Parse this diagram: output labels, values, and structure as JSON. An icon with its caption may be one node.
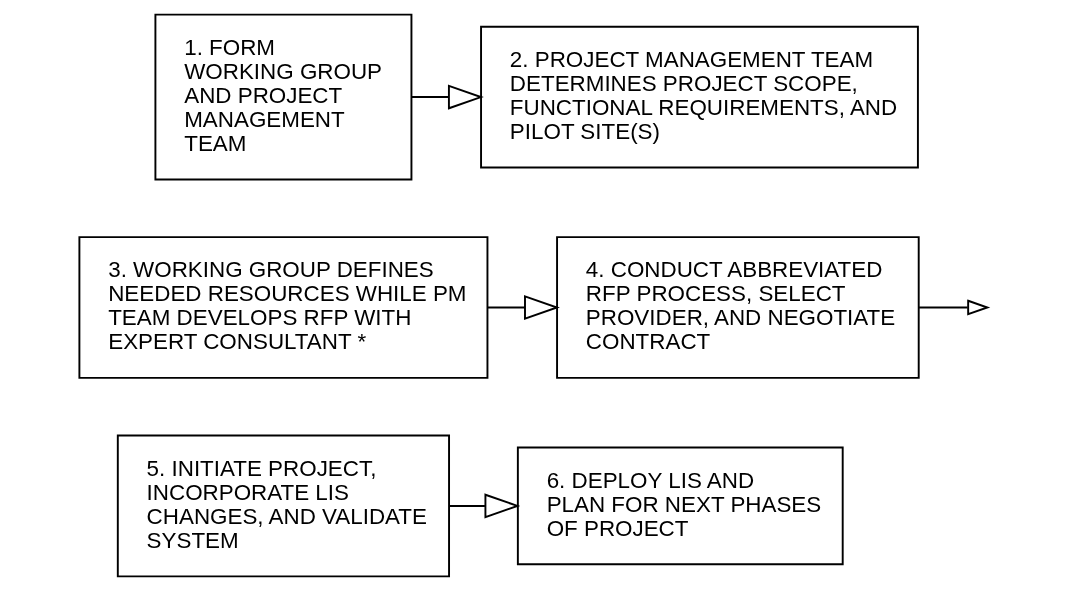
{
  "diagram": {
    "nodes": [
      {
        "text": [
          "1. FORM WORKING GROUP AND PROJECT MANAGEMENT TEAM"
        ]
      },
      {
        "text": [
          "2. PROJECT MANAGEMENT TEAM DETERMINES PROJECT SCOPE, FUNCTIONAL REQUIREMENTS, AND PILOT SITE(S)"
        ]
      },
      {
        "text": [
          "3. WORKING GROUP DEFINES NEEDED RESOURCES WHILE PM TEAM DEVELOPS RFP WITH EXPERT CONSULTANT *"
        ]
      },
      {
        "text": [
          "4. CONDUCT ABBREVIATED RFP PROCESS, SELECT PROVIDER, AND NEGOTIATE CONTRACT"
        ]
      },
      {
        "text": [
          "5. INITIATE PROJECT, INCORPORATE LIS CHANGES, AND VALIDATE SYSTEM"
        ]
      },
      {
        "text": [
          "6. DEPLOY LIS AND PLAN FOR NEXT PHASES OF PROJECT"
        ]
      }
    ],
    "edges": [
      {
        "from": 0,
        "to": 1,
        "arrow": "to"
      },
      {
        "from": 2,
        "to": 3,
        "arrow": "to"
      },
      {
        "from": 3,
        "to": null,
        "arrow": "to"
      },
      {
        "from": 4,
        "to": 5,
        "arrow": "to"
      }
    ]
  }
}
